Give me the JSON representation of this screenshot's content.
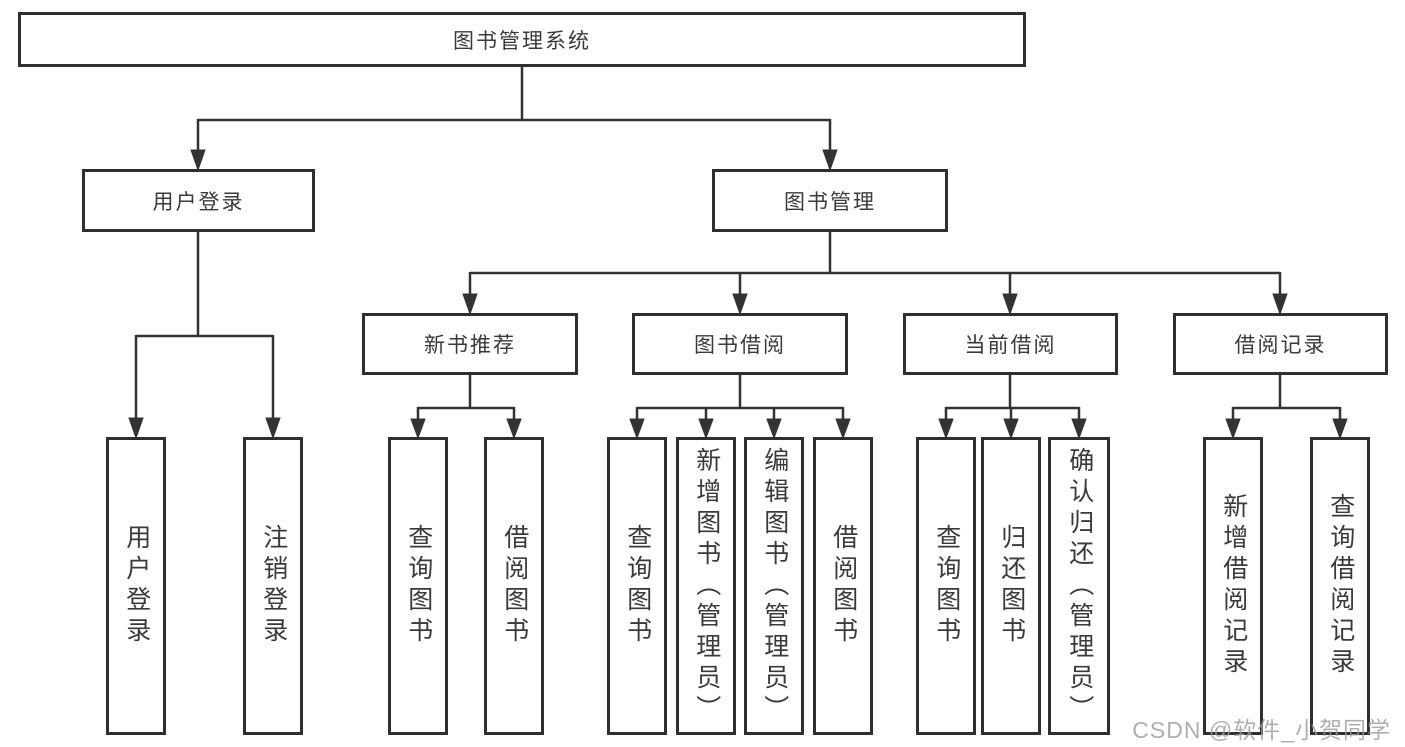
{
  "diagram": {
    "root": "图书管理系统",
    "branches": [
      {
        "label": "用户登录",
        "children": [
          "用户登录",
          "注销登录"
        ]
      },
      {
        "label": "图书管理",
        "groups": [
          {
            "label": "新书推荐",
            "children": [
              "查询图书",
              "借阅图书"
            ]
          },
          {
            "label": "图书借阅",
            "children": [
              "查询图书",
              "新增图书（管理员）",
              "编辑图书（管理员）",
              "借阅图书"
            ]
          },
          {
            "label": "当前借阅",
            "children": [
              "查询图书",
              "归还图书",
              "确认归还（管理员）"
            ]
          },
          {
            "label": "借阅记录",
            "children": [
              "新增借阅记录",
              "查询借阅记录"
            ]
          }
        ]
      }
    ]
  },
  "watermark": "CSDN @软件_小贺同学",
  "colors": {
    "line": "#333333",
    "box_border": "#2f2f2f",
    "text": "#3a3a3a",
    "background": "#ffffff",
    "watermark": "#9b9b9b"
  }
}
